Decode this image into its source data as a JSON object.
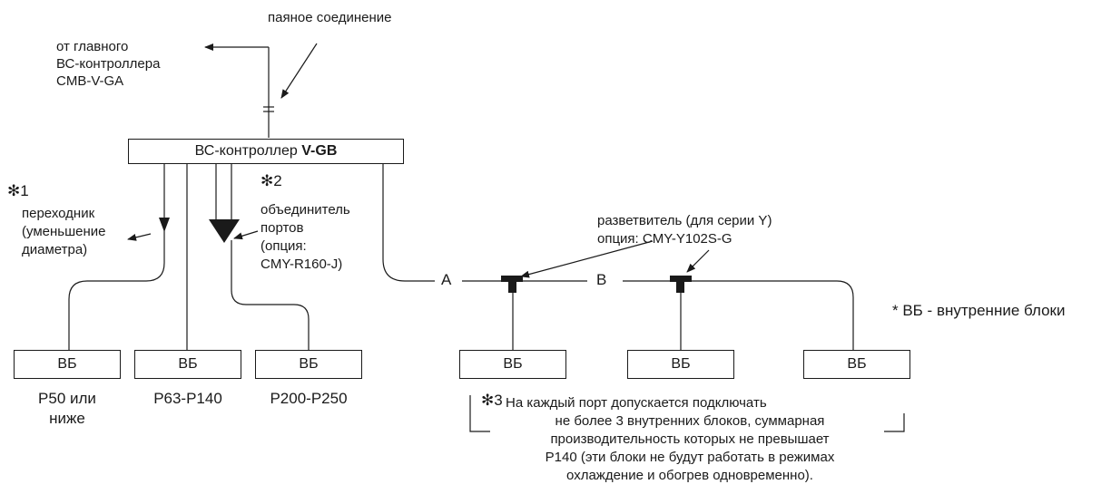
{
  "solder_label": "паяное соединение",
  "main_controller": [
    "от главного",
    "ВС-контроллера",
    "CMB-V-GA"
  ],
  "bc_controller": {
    "prefix": "ВС-контроллер ",
    "model": "V-GB"
  },
  "note1": {
    "mark": "✻1",
    "lines": [
      "переходник",
      "(уменьшение",
      "диаметра)"
    ]
  },
  "note2": {
    "mark": "✻2",
    "lines": [
      "объединитель",
      "портов",
      "(опция:",
      "CMY-R160-J)"
    ]
  },
  "branch": [
    "разветвитель (для серии Y)",
    "опция: CMY-Y102S-G"
  ],
  "segment_a": "A",
  "segment_b": "B",
  "legend": "* ВБ - внутренние блоки",
  "indoor_unit": "ВБ",
  "capacities": {
    "p50": [
      "P50 или",
      "ниже"
    ],
    "p63": "P63-P140",
    "p200": "P200-P250"
  },
  "note3": {
    "mark": "✻3",
    "first": "На каждый порт допускается подключать",
    "rest": [
      "не более 3 внутренних блоков, суммарная",
      "производительность которых не превышает",
      "P140 (эти блоки не будут работать в режимах",
      "охлаждение и обогрев одновременно)."
    ]
  }
}
